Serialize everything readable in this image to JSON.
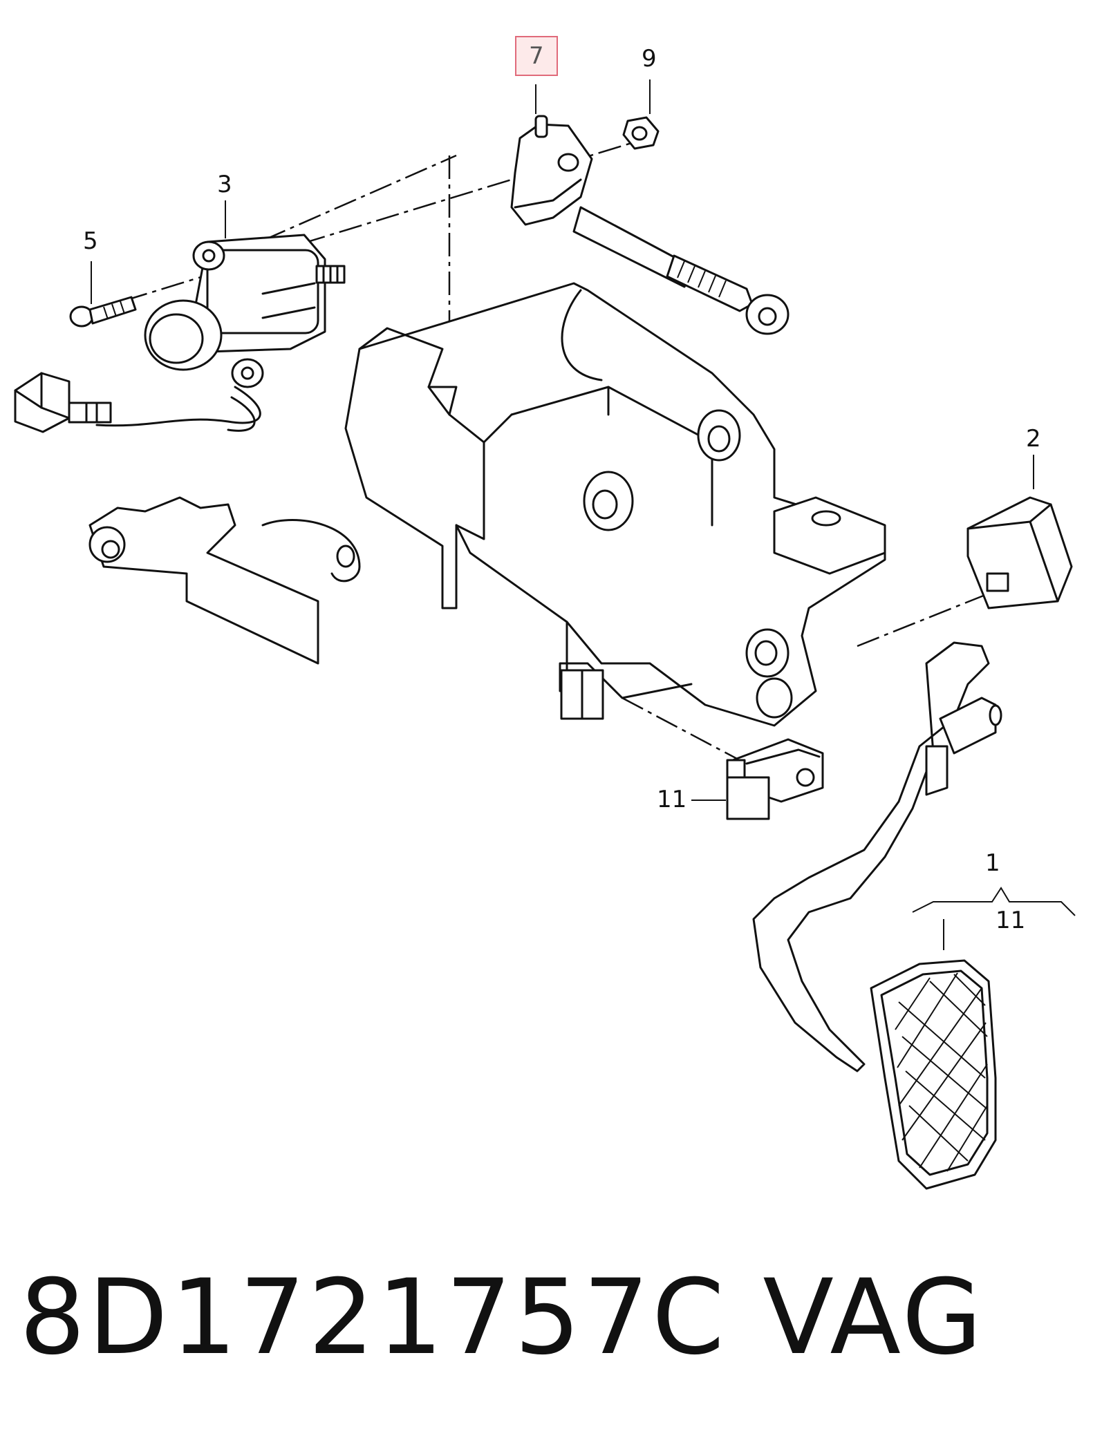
{
  "callouts": {
    "c7": "7",
    "c9": "9",
    "c3": "3",
    "c5": "5",
    "c2": "2",
    "c11a": "11",
    "c1": "1",
    "c11b": "11"
  },
  "highlight_color": "#e06a7a",
  "footer": {
    "part_number": "8D1721757C   VAG"
  }
}
